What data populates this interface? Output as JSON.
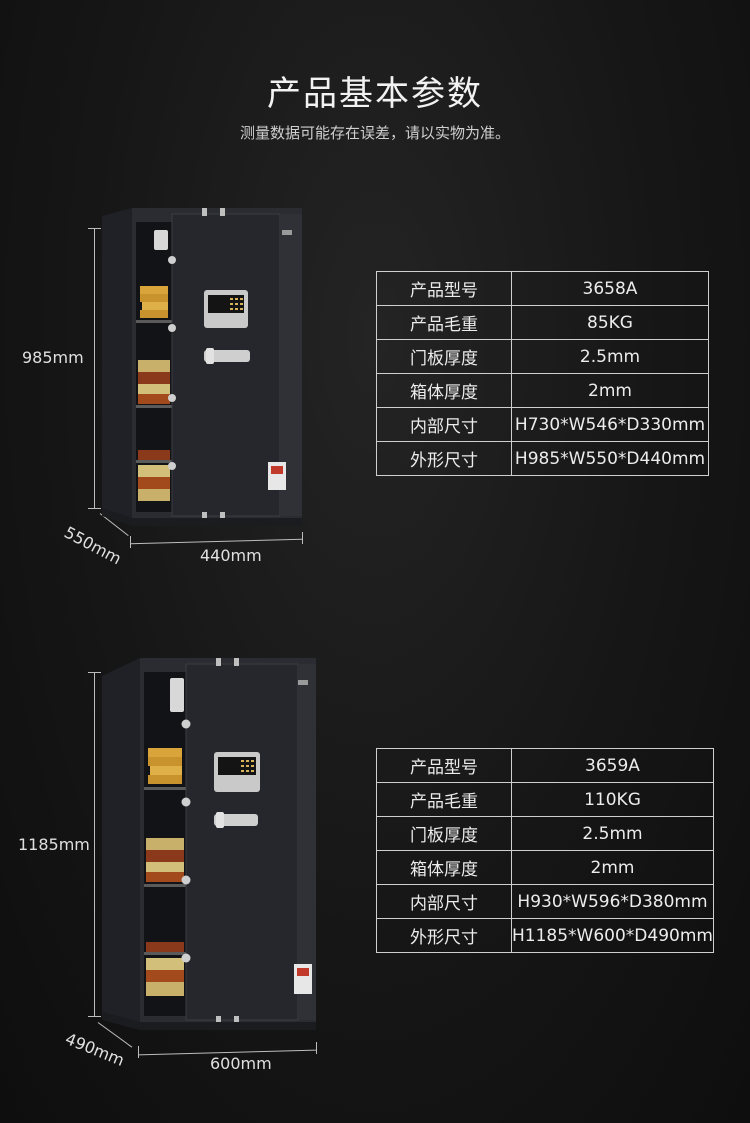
{
  "header": {
    "title": "产品基本参数",
    "subtitle": "测量数据可能存在误差，请以实物为准。"
  },
  "products": [
    {
      "specs": [
        {
          "label": "产品型号",
          "value": "3658A"
        },
        {
          "label": "产品毛重",
          "value": "85KG"
        },
        {
          "label": "门板厚度",
          "value": "2.5mm"
        },
        {
          "label": "箱体厚度",
          "value": "2mm"
        },
        {
          "label": "内部尺寸",
          "value": "H730*W546*D330mm"
        },
        {
          "label": "外形尺寸",
          "value": "H985*W550*D440mm"
        }
      ],
      "dimensions": {
        "height": "985mm",
        "width": "440mm",
        "depth": "550mm"
      }
    },
    {
      "specs": [
        {
          "label": "产品型号",
          "value": "3659A"
        },
        {
          "label": "产品毛重",
          "value": "110KG"
        },
        {
          "label": "门板厚度",
          "value": "2.5mm"
        },
        {
          "label": "箱体厚度",
          "value": "2mm"
        },
        {
          "label": "内部尺寸",
          "value": "H930*W596*D380mm"
        },
        {
          "label": "外形尺寸",
          "value": "H1185*W600*D490mm"
        }
      ],
      "dimensions": {
        "height": "1185mm",
        "width": "600mm",
        "depth": "490mm"
      }
    }
  ],
  "colors": {
    "background": "#1a1a1a",
    "safe_body": "#2b2d33",
    "table_border": "#cfcfcf",
    "gold": "#d9a43a"
  }
}
